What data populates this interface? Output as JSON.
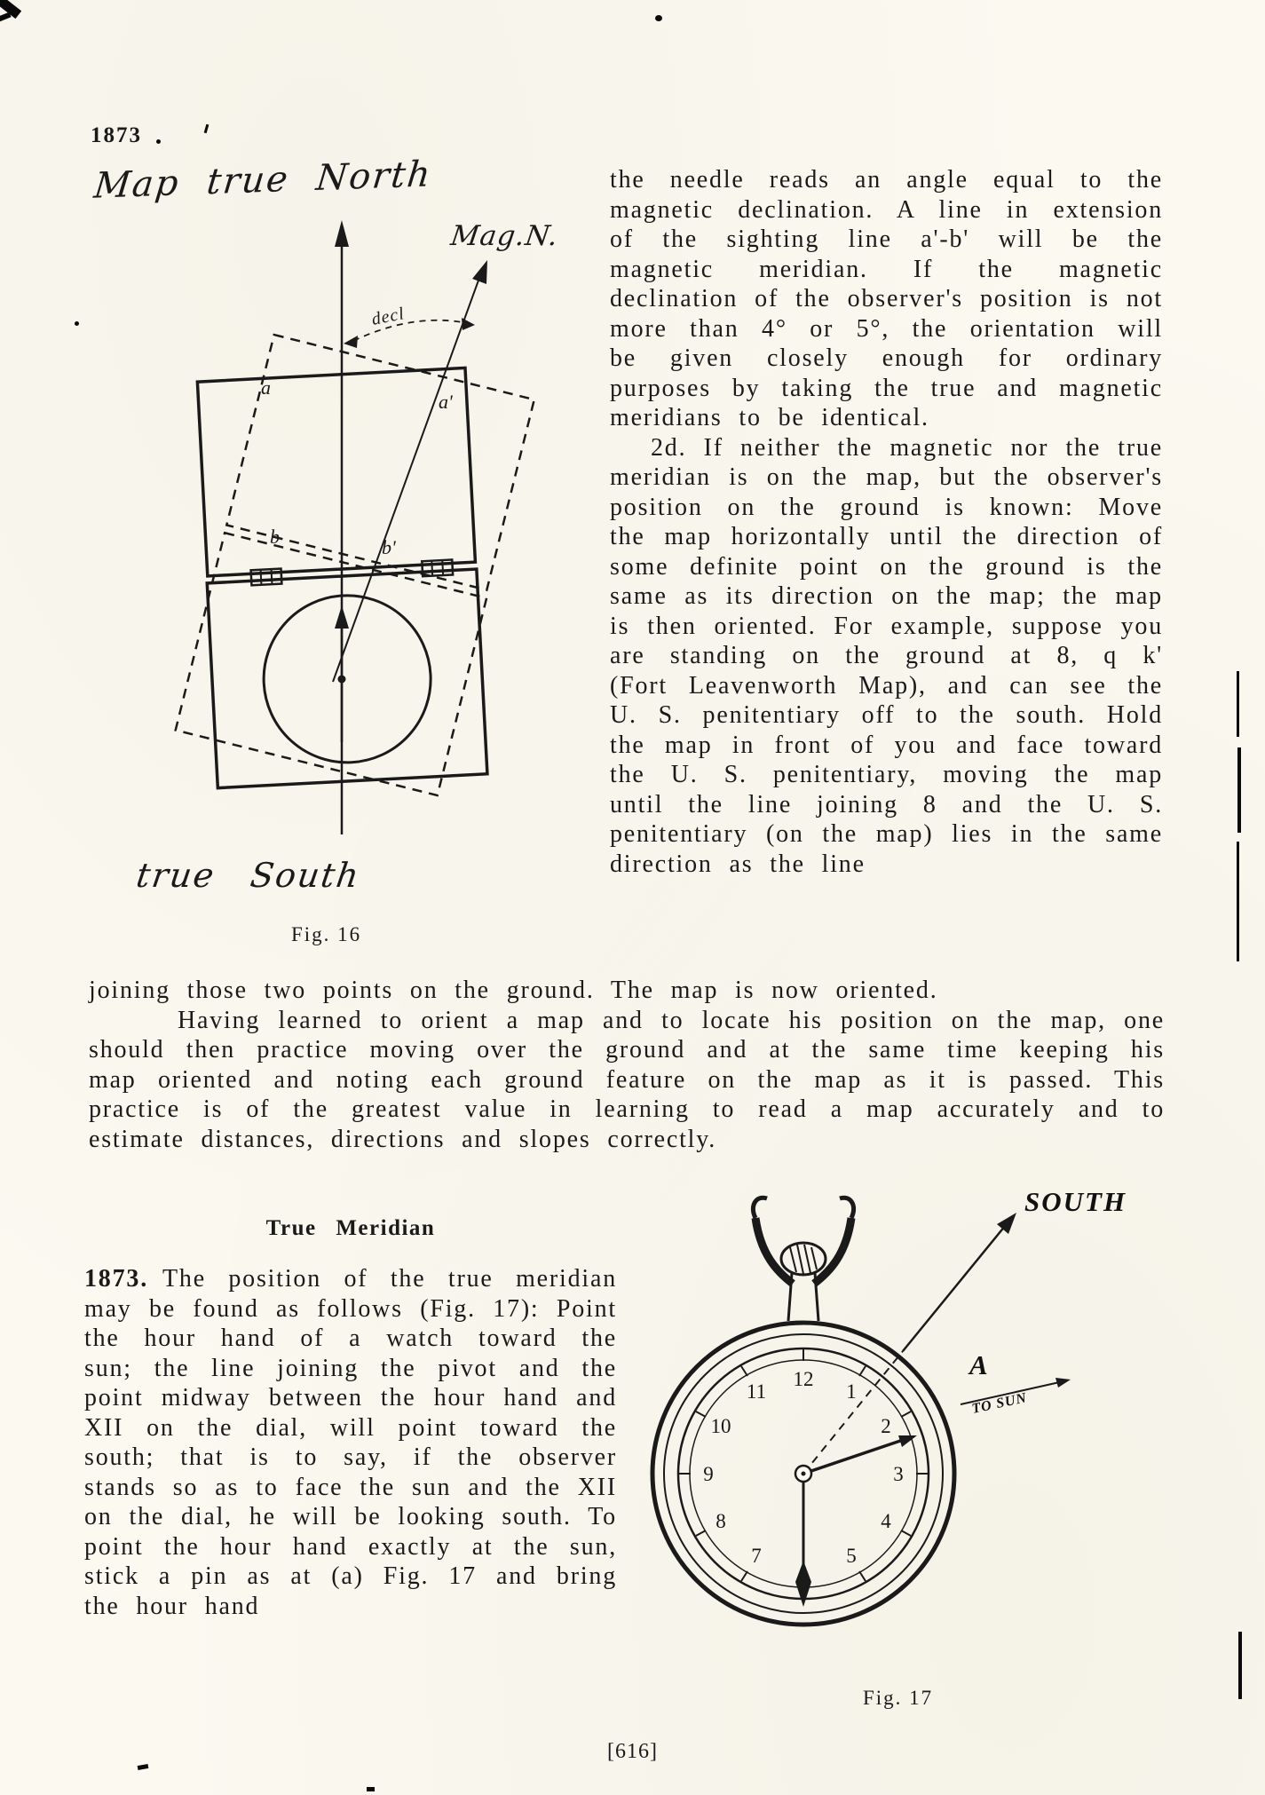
{
  "page": {
    "para_marker": "1873",
    "folio": "[616]"
  },
  "fig16": {
    "north_label": "Map true North",
    "mag_label": "Mag.N.",
    "decl_label": "decl",
    "a_label": "a",
    "a_prime_label": "a'",
    "b_label": "b",
    "b_prime_label": "b'",
    "south_label": "true South",
    "caption": "Fig. 16"
  },
  "col_right": {
    "para1": "the needle reads an angle equal to the magnetic declination.  A line in extension of the sighting line a'-b' will be the magnetic meridian.  If the magnetic declination of the observer's position is not more than 4° or 5°, the orientation will be given closely enough for ordinary purposes by taking the true and magnetic meridians to be identical.",
    "para2": "2d.  If neither the magnetic nor the true meridian is on the map, but the observer's position on the ground is known:  Move the map horizontally until the direction of some definite point on the ground is the same as its direction on the map; the map is then oriented.  For example, suppose you are standing on the ground at 8, q k' (Fort Leavenworth Map), and can see the U. S. penitentiary off to the south.  Hold the map in front of you and face toward the U. S. penitentiary, moving the map until the line joining 8 and the U. S. penitentiary (on the map) lies in the same direction as the line"
  },
  "body": {
    "continuation": "joining those two points on the ground.  The map is now oriented.",
    "para": "Having learned to orient a map and to locate his position on the map, one should then practice moving over the ground and at the same time keeping his map oriented and noting each ground feature on the map as it is passed.  This practice is of the greatest value in learning to read a map accurately and to estimate distances, directions and slopes correctly."
  },
  "true_meridian": {
    "heading": "True Meridian",
    "lead": "1873.",
    "para": "The position of the true meridian may be found as follows (Fig. 17):  Point the hour hand of a watch toward the sun; the line joining the pivot and the point midway between the hour hand and XII on the dial, will point toward the south; that is to say, if the observer stands so as to face the sun and the XII on the dial, he will be looking south.  To point the hour hand exactly at the sun, stick a pin as at (a) Fig. 17 and bring the hour hand"
  },
  "fig17": {
    "south_label": "SOUTH",
    "a_label": "A",
    "to_sun_label": "TO SUN",
    "caption": "Fig. 17",
    "numerals": [
      "12",
      "1",
      "2",
      "3",
      "4",
      "5",
      "7",
      "8",
      "9",
      "10",
      "11"
    ]
  }
}
